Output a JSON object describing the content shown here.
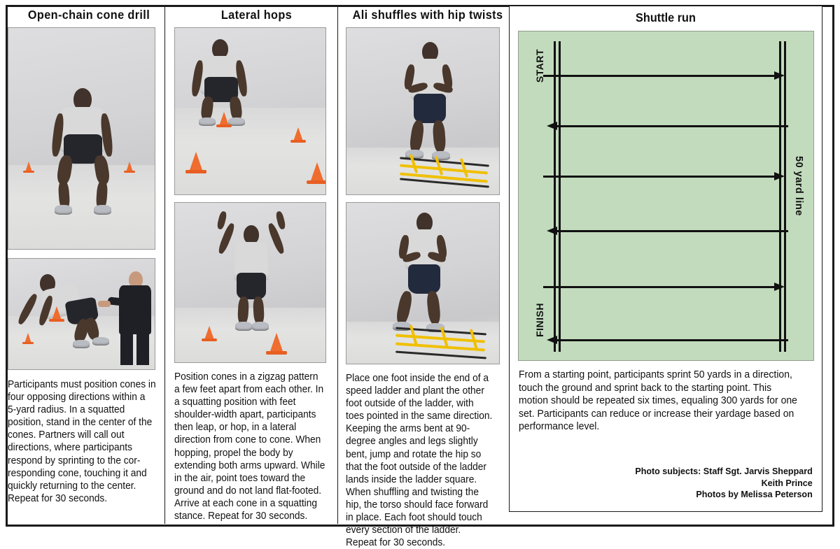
{
  "page": {
    "background": "#ffffff",
    "border_color": "#1a1a1a",
    "field_color": "#c2dbbd"
  },
  "columns": [
    {
      "id": "open-chain-cone-drill",
      "title": "Open-chain cone drill",
      "photo_count": 2,
      "photos": [
        {
          "caption_alt": "Athlete in squatted stance between two orange cones"
        },
        {
          "caption_alt": "Athlete sprinting to touch a cone while partner points direction"
        }
      ],
      "description": "Participants must position cones in four opposing directions within a 5-yard radius. In a squatted position, stand in the center of the cones. Partners will call out directions, where participants respond by sprinting to the cor-responding cone, touching it and quickly returning to the center. Repeat for 30 seconds."
    },
    {
      "id": "lateral-hops",
      "title": "Lateral hops",
      "photo_count": 2,
      "photos": [
        {
          "caption_alt": "Athlete in squatting stance among four cones in a zigzag pattern"
        },
        {
          "caption_alt": "Athlete mid-air with both arms extended upward between two cones"
        }
      ],
      "description": "Position cones in a zigzag pattern a few feet apart from each other.  In a squatting position with feet shoulder-width apart, participants then leap, or hop, in a lateral direction from cone to cone. When hopping, propel the body by extending both arms upward. While in the air, point toes toward the ground and do not land flat-footed. Arrive at each cone in a squatting stance. Repeat for 30 seconds."
    },
    {
      "id": "ali-shuffles-with-hip-twists",
      "title": "Ali shuffles with hip twists",
      "photo_count": 2,
      "photos": [
        {
          "caption_alt": "Athlete with one foot inside a speed ladder, arms bent at 90 degrees"
        },
        {
          "caption_alt": "Athlete shuffling along a yellow speed ladder, torso facing forward"
        }
      ],
      "description": "Place one foot inside the end of a speed ladder and plant the other foot outside of the ladder, with toes pointed in the same direction. Keeping the arms bent at 90-degree angles and legs slightly bent, jump and rotate the hip so that the foot outside of the ladder lands inside the ladder square. When shuffling and twisting the hip, the torso should face forward in place. Each foot should touch every section of the ladder. Repeat for 30 seconds."
    }
  ],
  "shuttle": {
    "title": "Shuttle run",
    "field": {
      "start_label": "START",
      "finish_label": "FINISH",
      "yard_label": "50 yard line",
      "arrows": [
        {
          "index": 1,
          "direction": "right"
        },
        {
          "index": 2,
          "direction": "left"
        },
        {
          "index": 3,
          "direction": "right"
        },
        {
          "index": 4,
          "direction": "left"
        },
        {
          "index": 5,
          "direction": "right"
        },
        {
          "index": 6,
          "direction": "left"
        }
      ]
    },
    "description": "From a starting point, participants sprint 50 yards in a direction, touch the ground and sprint back to the starting point. This motion should be repeated six times, equaling 300 yards for one set. Participants can reduce or increase their yardage based on performance level."
  },
  "credits": {
    "line1": "Photo subjects: Staff Sgt. Jarvis Sheppard",
    "line2": "Keith Prince",
    "line3": "Photos by Melissa Peterson"
  }
}
